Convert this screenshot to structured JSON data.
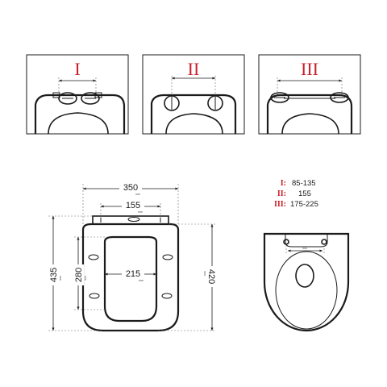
{
  "panels": [
    {
      "roman": "I"
    },
    {
      "roman": "II"
    },
    {
      "roman": "III"
    }
  ],
  "dimensions": {
    "width_top": "350",
    "hinge_spacing": "155",
    "inner_width": "215",
    "height_outer": "435",
    "height_inner": "280",
    "height_right": "420",
    "unit": "mm"
  },
  "legend": [
    {
      "roman": "I:",
      "value": "85-135"
    },
    {
      "roman": "II:",
      "value": "155"
    },
    {
      "roman": "III:",
      "value": "175-225"
    }
  ],
  "colors": {
    "accent": "#c8202a",
    "line": "#1b1b1b"
  }
}
